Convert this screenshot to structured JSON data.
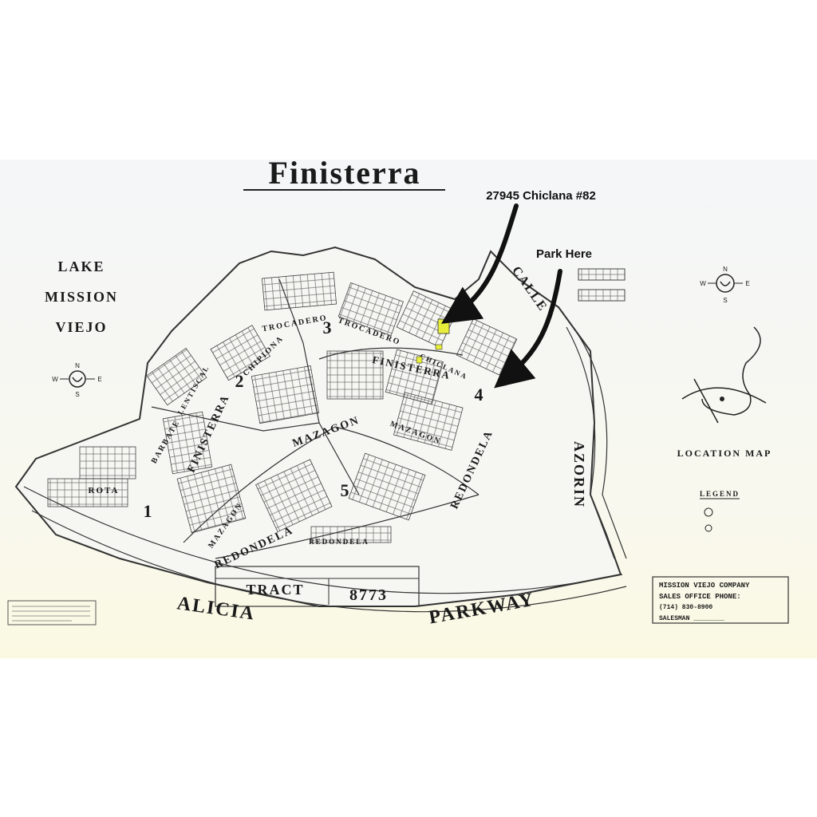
{
  "map": {
    "title": "Finisterra",
    "lake_label": [
      "LAKE",
      "MISSION",
      "VIEJO"
    ],
    "compass": {
      "n": "N",
      "s": "S",
      "e": "E",
      "w": "W"
    },
    "streets": {
      "alicia": "ALICIA",
      "parkway": "PARKWAY",
      "azorin": "AZORIN",
      "calle": "CALLE",
      "redondela_1": "REDONDELA",
      "redondela_2": "REDONDELA",
      "redondela_3": "REDONDELA",
      "mazagon_1": "MAZAGON",
      "mazagon_2": "MAZAGON",
      "mazagon_3": "MAZAGON",
      "finisterra_1": "FINISTERRA",
      "finisterra_2": "FINISTERRA",
      "trocadero_1": "TROCADERO",
      "trocadero_2": "TROCADERO",
      "chipiona": "CHIPIONA",
      "chiclana": "CHICLANA",
      "lentiscal": "LENTISCAL",
      "barbate": "BARBATE",
      "rota": "ROTA"
    },
    "tract": {
      "label": "TRACT",
      "number": "8773"
    },
    "phases": [
      "1",
      "2",
      "3",
      "4",
      "5"
    ],
    "location_map_label": "LOCATION MAP",
    "legend_label": "LEGEND",
    "sales_box": {
      "line1": "MISSION VIEJO COMPANY",
      "line2": "SALES OFFICE PHONE:",
      "line3": "(714) 830-8900",
      "line4": "SALESMAN ________"
    }
  },
  "annotations": {
    "unit_address": "27945 Chiclana #82",
    "park_here": "Park Here",
    "highlight_color": "#e8ef3a",
    "arrow_color": "#111111"
  }
}
